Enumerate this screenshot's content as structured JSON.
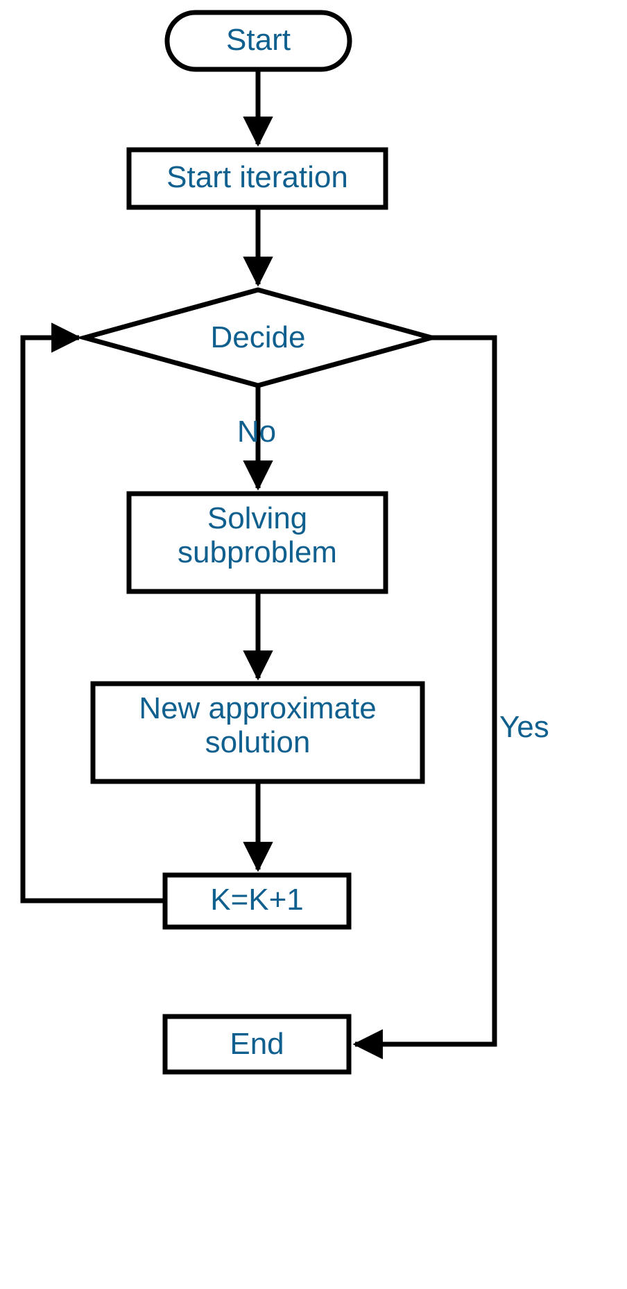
{
  "diagram": {
    "type": "flowchart",
    "title": "Iterative solution algorithm flowchart",
    "colors": {
      "text": "#10608f",
      "stroke": "#000000",
      "background": "#ffffff"
    },
    "nodes": [
      {
        "id": "start",
        "shape": "terminator",
        "label": "Start"
      },
      {
        "id": "startit",
        "shape": "process",
        "label": "Start iteration"
      },
      {
        "id": "decide",
        "shape": "decision",
        "label": "Decide"
      },
      {
        "id": "solving",
        "shape": "process",
        "label": "Solving\nsubproblem"
      },
      {
        "id": "newapprox",
        "shape": "process",
        "label": "New approximate\nsolution"
      },
      {
        "id": "increment",
        "shape": "process",
        "label": "K=K+1"
      },
      {
        "id": "end",
        "shape": "process",
        "label": "End"
      }
    ],
    "edge_labels": {
      "no": "No",
      "yes": "Yes"
    },
    "edges": [
      {
        "from": "start",
        "to": "startit",
        "label": ""
      },
      {
        "from": "startit",
        "to": "decide",
        "label": ""
      },
      {
        "from": "decide",
        "to": "solving",
        "label": "No"
      },
      {
        "from": "decide",
        "to": "end",
        "label": "Yes"
      },
      {
        "from": "solving",
        "to": "newapprox",
        "label": ""
      },
      {
        "from": "newapprox",
        "to": "increment",
        "label": ""
      },
      {
        "from": "increment",
        "to": "decide",
        "label": ""
      }
    ]
  }
}
